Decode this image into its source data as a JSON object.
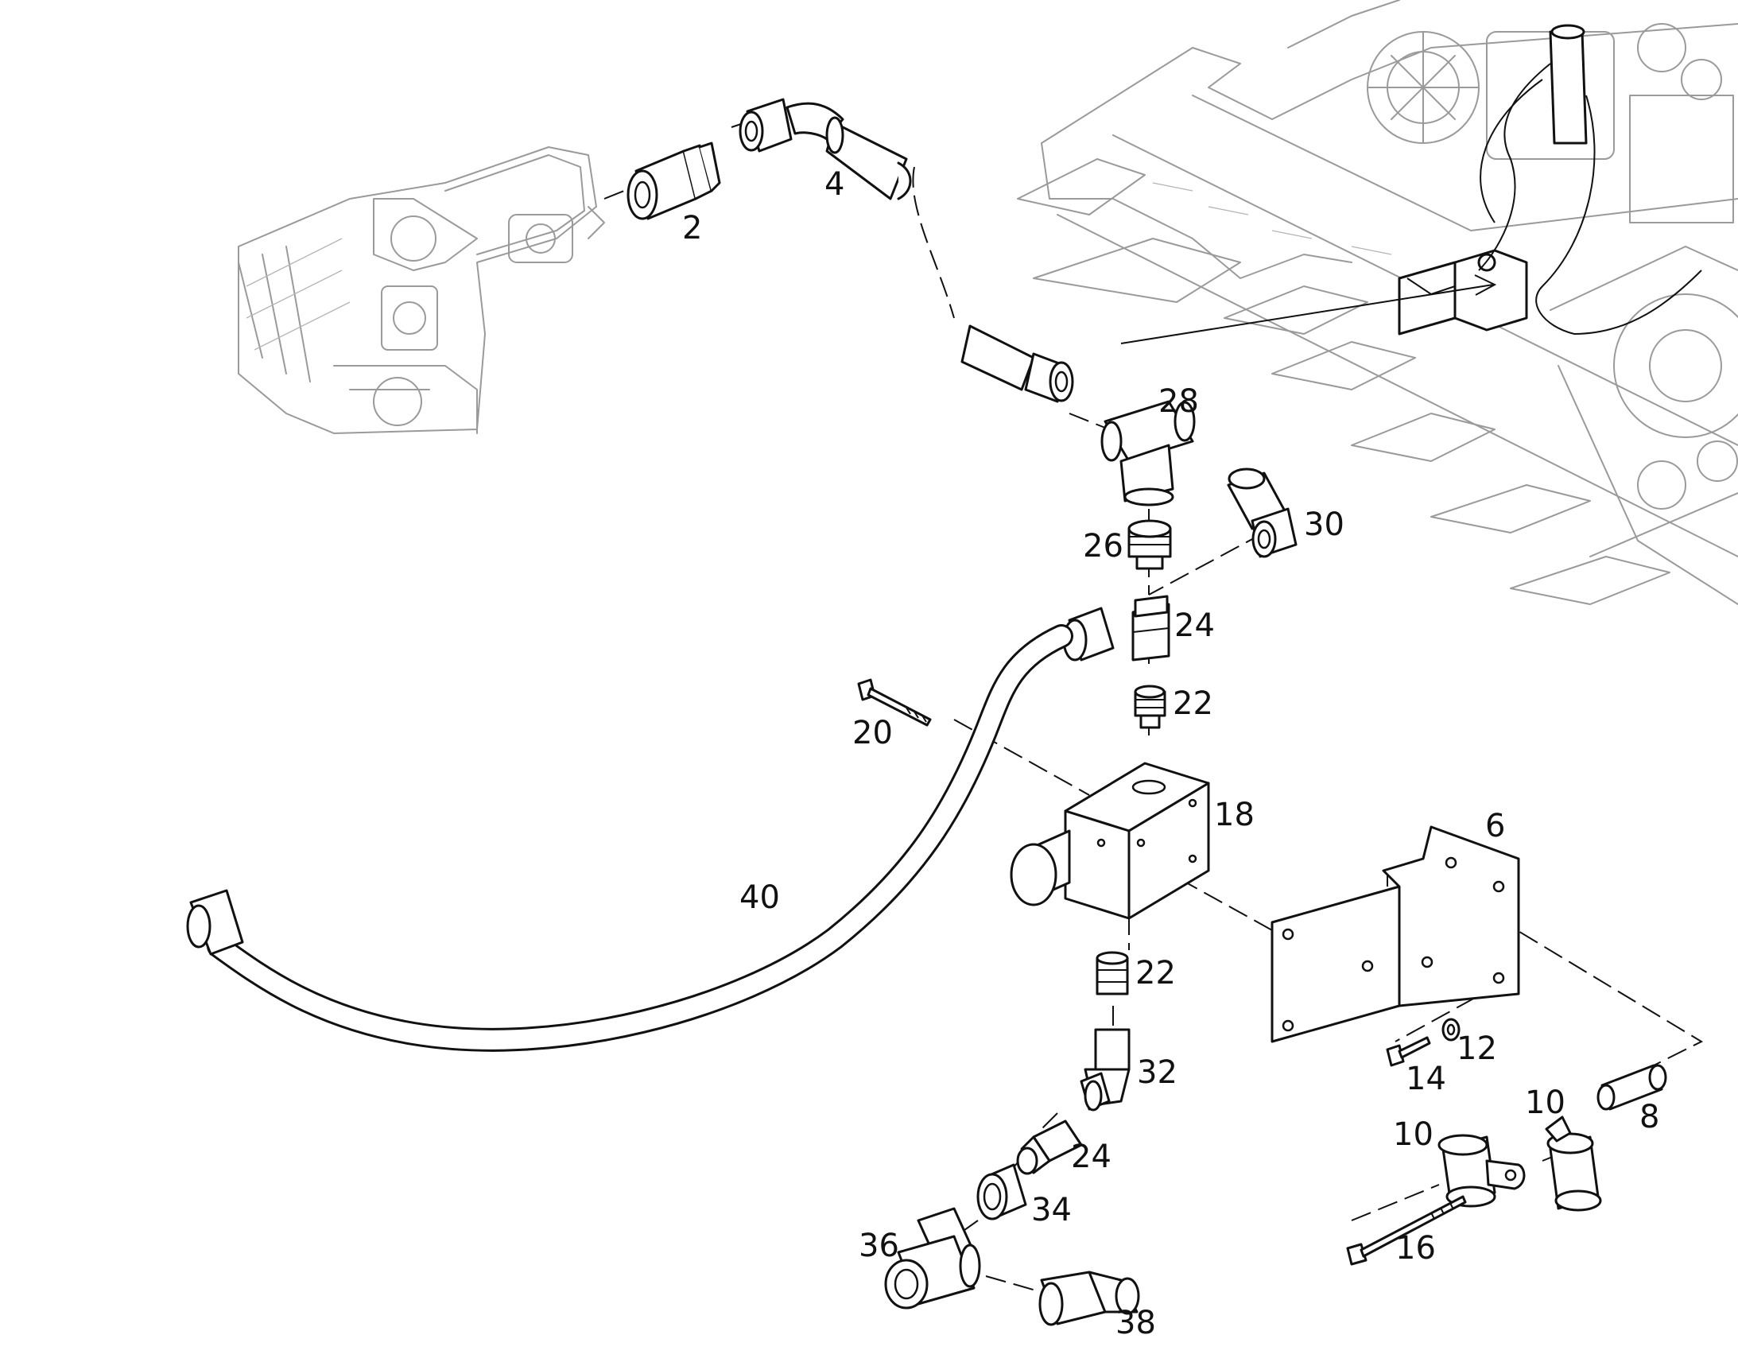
{
  "diagram": {
    "callouts": {
      "p2": "2",
      "p4": "4",
      "p6": "6",
      "p8": "8",
      "p10a": "10",
      "p10b": "10",
      "p12": "12",
      "p14": "14",
      "p16": "16",
      "p18": "18",
      "p20": "20",
      "p22a": "22",
      "p22b": "22",
      "p24a": "24",
      "p24b": "24",
      "p26": "26",
      "p28": "28",
      "p30": "30",
      "p32": "32",
      "p34": "34",
      "p36": "36",
      "p38": "38",
      "p40": "40"
    },
    "colors": {
      "line": "#111111",
      "context_lines": "#9a9a9a",
      "background": "#ffffff"
    }
  }
}
